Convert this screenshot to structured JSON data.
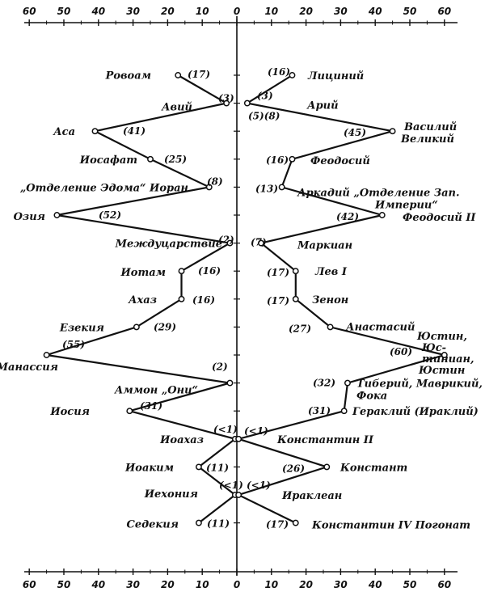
{
  "scale_ticks": [
    "60",
    "50",
    "40",
    "30",
    "20",
    "10",
    "0",
    "10",
    "20",
    "30",
    "40",
    "50",
    "60"
  ],
  "left": [
    {
      "name": "Ровоам",
      "years": "(17)",
      "value": 17
    },
    {
      "name": "Авий",
      "years": "(3)",
      "value": 3
    },
    {
      "name": "Аса",
      "years": "(41)",
      "value": 41
    },
    {
      "name": "Иосафат",
      "years": "(25)",
      "value": 25
    },
    {
      "name": "„Отделение Эдома“ Иоран",
      "years": "(8)",
      "value": 8
    },
    {
      "name": "Озия",
      "years": "(52)",
      "value": 52
    },
    {
      "name": "Междуцарствие",
      "years": "(2)",
      "value": 2
    },
    {
      "name": "Иотам",
      "years": "(16)",
      "value": 16
    },
    {
      "name": "Ахаз",
      "years": "(16)",
      "value": 16
    },
    {
      "name": "Езекия",
      "years": "(29)",
      "value": 29
    },
    {
      "name": "Манассия",
      "years": "(55)",
      "value": 55
    },
    {
      "name": "Аммон „Они“",
      "years": "(2)",
      "value": 2
    },
    {
      "name": "Иосия",
      "years": "(31)",
      "value": 31
    },
    {
      "name": "Иоахаз",
      "years": "(<1)",
      "value": 0.5
    },
    {
      "name": "Иоаким",
      "years": "(11)",
      "value": 11
    },
    {
      "name": "Иехония",
      "years": "(<1)",
      "value": 0.5
    },
    {
      "name": "Седекия",
      "years": "(11)",
      "value": 11
    }
  ],
  "right": [
    {
      "name": "Лициний",
      "years": "(16)",
      "value": 16
    },
    {
      "name": "Арий",
      "years": "(3)",
      "value": 3,
      "extra": "(5)(8)"
    },
    {
      "name": "Василий Великий",
      "years": "(45)",
      "value": 45
    },
    {
      "name": "Феодосий",
      "years": "(16)",
      "value": 16
    },
    {
      "name": "Аркадий „Отделение Зап. Империи“",
      "years": "(13)",
      "value": 13
    },
    {
      "name": "Феодосий II",
      "years": "(42)",
      "value": 42
    },
    {
      "name": "Маркиан",
      "years": "(7)",
      "value": 7
    },
    {
      "name": "Лев I",
      "years": "(17)",
      "value": 17
    },
    {
      "name": "Зенон",
      "years": "(17)",
      "value": 17
    },
    {
      "name": "Анастасий",
      "years": "(27)",
      "value": 27
    },
    {
      "name": "Юстин, Юстиниан, Юстин",
      "years": "(60)",
      "value": 60
    },
    {
      "name": "Тиберий, Маврикий, Фока",
      "years": "(32)",
      "value": 32
    },
    {
      "name": "Геракл​ий (Ираклий)",
      "years": "(31)",
      "value": 31
    },
    {
      "name": "Константин II",
      "years": "(<1)",
      "value": 0.5
    },
    {
      "name": "Констант",
      "years": "(26)",
      "value": 26
    },
    {
      "name": "Ираклеан",
      "years": "(<1)",
      "value": 0.5
    },
    {
      "name": "Константин IV Погонат",
      "years": "(17)",
      "value": 17
    }
  ]
}
